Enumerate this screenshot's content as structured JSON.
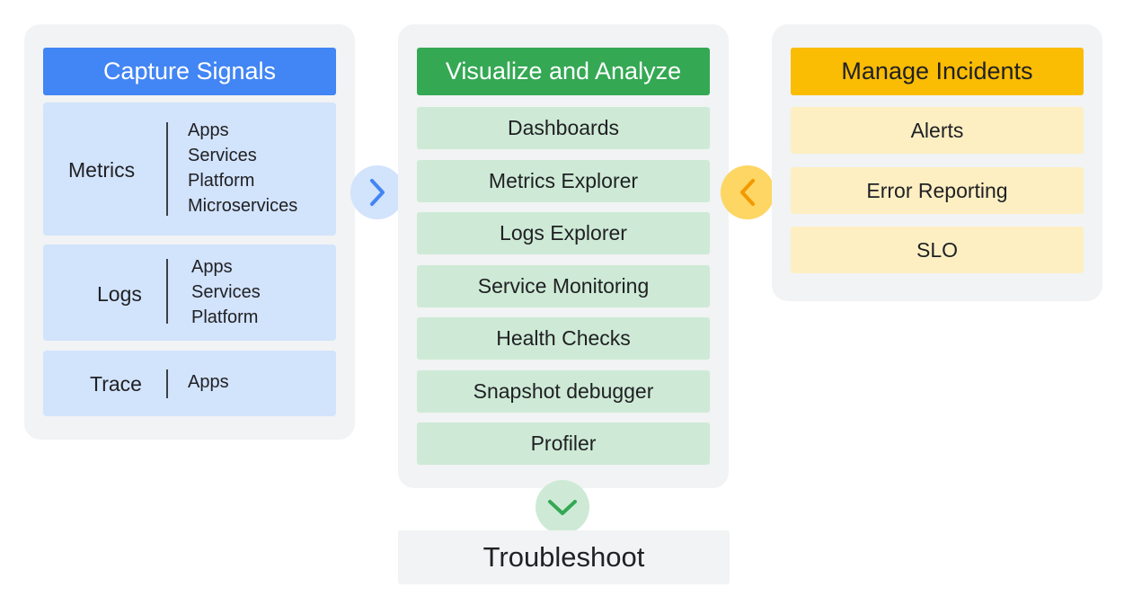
{
  "capture": {
    "title": "Capture Signals",
    "groups": [
      {
        "label": "Metrics",
        "items": [
          "Apps",
          "Services",
          "Platform",
          "Microservices"
        ]
      },
      {
        "label": "Logs",
        "items": [
          "Apps",
          "Services",
          "Platform"
        ]
      },
      {
        "label": "Trace",
        "items": [
          "Apps"
        ]
      }
    ]
  },
  "visualize": {
    "title": "Visualize and Analyze",
    "items": [
      "Dashboards",
      "Metrics Explorer",
      "Logs Explorer",
      "Service Monitoring",
      "Health Checks",
      "Snapshot debugger",
      "Profiler"
    ]
  },
  "manage": {
    "title": "Manage Incidents",
    "items": [
      "Alerts",
      "Error Reporting",
      "SLO"
    ]
  },
  "troubleshoot": {
    "label": "Troubleshoot"
  },
  "icons": {
    "right": "chevron-right-icon",
    "left": "chevron-left-icon",
    "down": "chevron-down-icon"
  },
  "colors": {
    "blue": "#4285f4",
    "green": "#34a853",
    "yellow": "#fbbc04",
    "light_blue": "#d2e3fc",
    "light_green": "#ceead6",
    "light_yellow": "#feefc3"
  }
}
